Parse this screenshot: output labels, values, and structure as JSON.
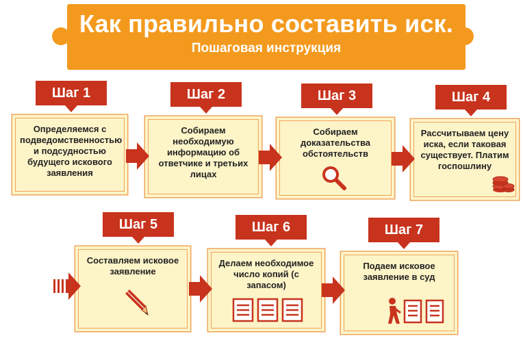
{
  "header": {
    "title": "Как правильно составить иск.",
    "subtitle": "Пошаговая инструкция"
  },
  "colors": {
    "banner": "#f39a1e",
    "tag": "#c8331d",
    "card_fill": "#fdf4c8",
    "card_border": "#f0a45a",
    "arrow": "#c8331d"
  },
  "steps": [
    {
      "label": "Шаг 1",
      "text": "Определяемся с подведомственностью и подсудностью будущего искового заявления",
      "icon": ""
    },
    {
      "label": "Шаг 2",
      "text": "Собираем необходимую информацию об ответчике и третьих лицах",
      "icon": ""
    },
    {
      "label": "Шаг 3",
      "text": "Собираем доказательства обстоятельств",
      "icon": "magnifier-icon"
    },
    {
      "label": "Шаг 4",
      "text": "Рассчитываем цену иска, если таковая существует. Платим госпошлину",
      "icon": "coins-icon"
    },
    {
      "label": "Шаг 5",
      "text": "Составляем исковое заявление",
      "icon": "pencil-icon"
    },
    {
      "label": "Шаг 6",
      "text": "Делаем необходимое число копий (с запасом)",
      "icon": "document-copies-icon"
    },
    {
      "label": "Шаг 7",
      "text": "Подаем исковое заявление в суд",
      "icon": "person-documents-icon"
    }
  ]
}
